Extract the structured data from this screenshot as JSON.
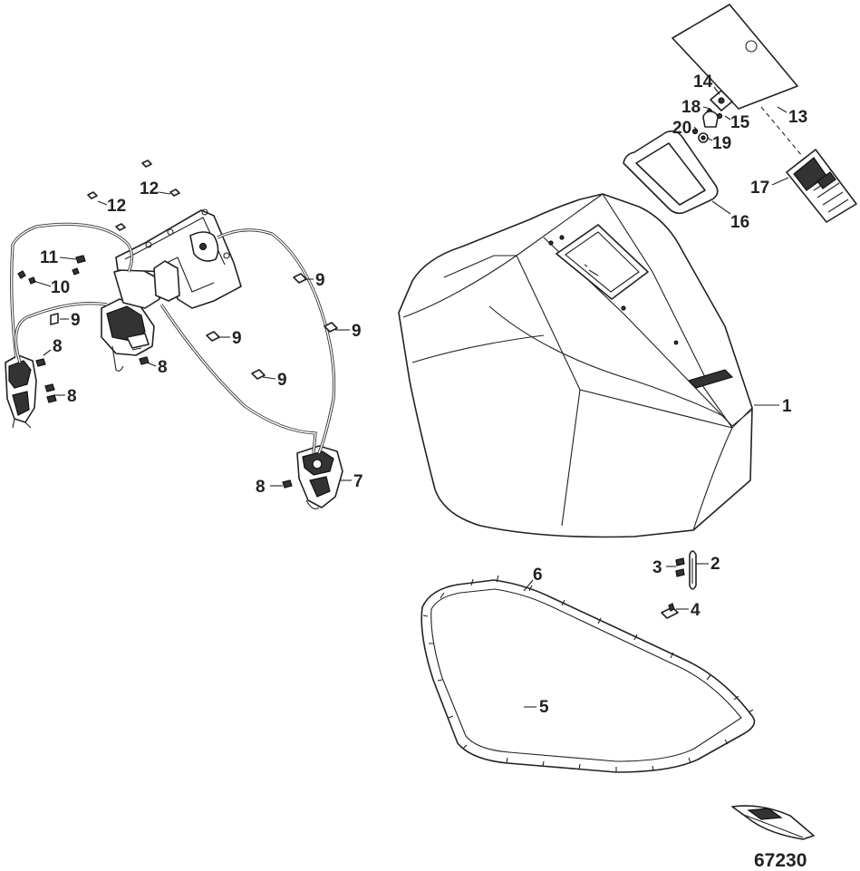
{
  "figure_number": "67230",
  "callouts": {
    "c1": "1",
    "c2": "2",
    "c3": "3",
    "c4": "4",
    "c5": "5",
    "c6": "6",
    "c7": "7",
    "c8": "8",
    "c9": "9",
    "c10": "10",
    "c11": "11",
    "c12": "12",
    "c13": "13",
    "c14": "14",
    "c15": "15",
    "c16": "16",
    "c17": "17",
    "c18": "18",
    "c19": "19",
    "c20": "20"
  },
  "colors": {
    "line": "#222222",
    "background": "#ffffff"
  }
}
